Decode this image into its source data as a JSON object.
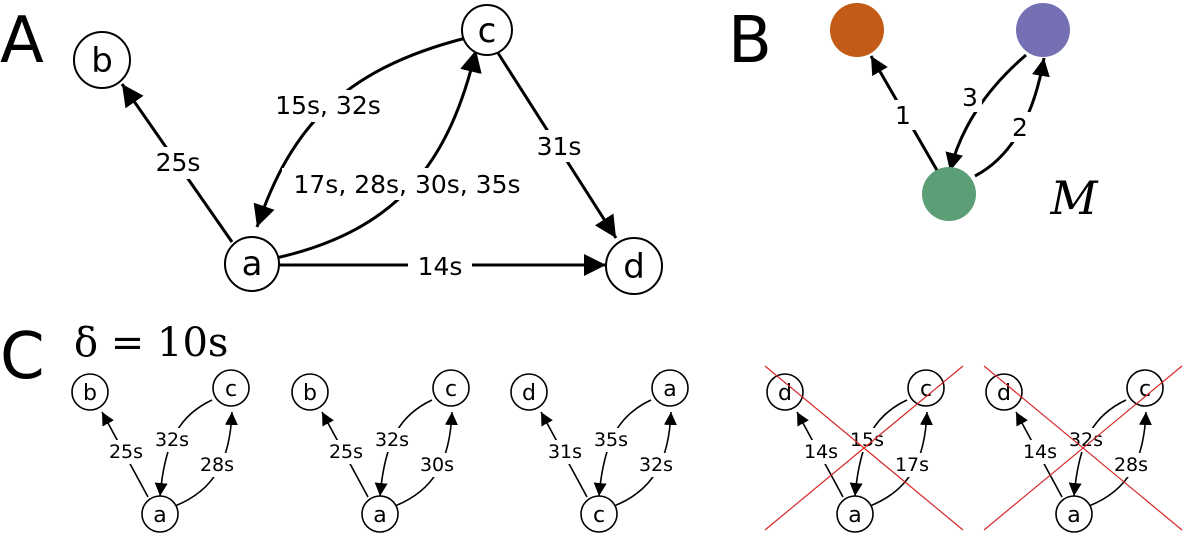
{
  "panels": {
    "a": "A",
    "b": "B",
    "c": "C"
  },
  "panel_a": {
    "nodes": {
      "a": "a",
      "b": "b",
      "c": "c",
      "d": "d"
    },
    "edges": {
      "a_b": "25s",
      "c_a": "15s, 32s",
      "a_c": "17s, 28s, 30s, 35s",
      "c_d": "31s",
      "a_d": "14s"
    }
  },
  "panel_b": {
    "motif_label": "M",
    "edges": {
      "e1": "1",
      "e2": "2",
      "e3": "3"
    },
    "node_colors": {
      "orange": "#c35a16",
      "purple": "#7570b3",
      "green": "#5c9e76"
    }
  },
  "panel_c": {
    "delta_label": "δ = 10s",
    "cross_color": "#d62728",
    "instances": [
      {
        "top_left": "b",
        "top_right": "c",
        "bottom": "a",
        "t1": "25s",
        "t2": "32s",
        "t3": "28s",
        "crossed": false
      },
      {
        "top_left": "b",
        "top_right": "c",
        "bottom": "a",
        "t1": "25s",
        "t2": "32s",
        "t3": "30s",
        "crossed": false
      },
      {
        "top_left": "d",
        "top_right": "a",
        "bottom": "c",
        "t1": "31s",
        "t2": "35s",
        "t3": "32s",
        "crossed": false
      },
      {
        "top_left": "d",
        "top_right": "c",
        "bottom": "a",
        "t1": "14s",
        "t2": "15s",
        "t3": "17s",
        "crossed": true
      },
      {
        "top_left": "d",
        "top_right": "c",
        "bottom": "a",
        "t1": "14s",
        "t2": "32s",
        "t3": "28s",
        "crossed": true
      }
    ]
  }
}
